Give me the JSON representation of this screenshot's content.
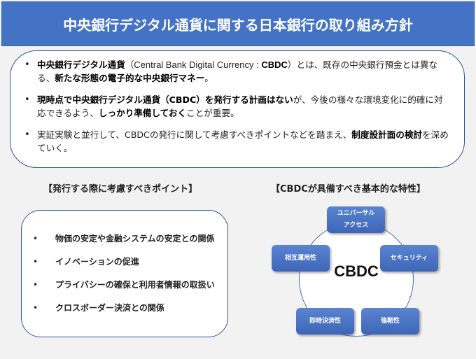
{
  "title": "中央銀行デジタル通貨に関する日本銀行の取り組み方針",
  "summary": {
    "bullets": [
      {
        "segments": [
          {
            "text": "中央銀行デジタル通貨",
            "bold": true
          },
          {
            "text": "（",
            "bold": false
          },
          {
            "text": "Central Bank Digital Currency : ",
            "bold": false,
            "latin": true
          },
          {
            "text": "CBDC",
            "bold": true,
            "latin": true
          },
          {
            "text": "）とは、既存の中央銀行預金とは異なる、",
            "bold": false
          },
          {
            "text": "新たな形態の電子的な中央銀行マネー",
            "bold": true
          },
          {
            "text": "。",
            "bold": false
          }
        ]
      },
      {
        "segments": [
          {
            "text": "現時点で中央銀行デジタル通貨（CBDC）を発行する計画はない",
            "bold": true
          },
          {
            "text": "が、今後の様々な環境変化に的確に対応できるよう、",
            "bold": false
          },
          {
            "text": "しっかり準備しておく",
            "bold": true
          },
          {
            "text": "ことが重要。",
            "bold": false
          }
        ]
      },
      {
        "segments": [
          {
            "text": "実証実験と並行して、CBDCの発行に関して考慮すべきポイントなどを踏まえ、",
            "bold": false
          },
          {
            "text": "制度設計面の検討",
            "bold": true
          },
          {
            "text": "を深めていく。",
            "bold": false
          }
        ]
      }
    ]
  },
  "points_section": {
    "heading": "【発行する際に考慮すべきポイント】",
    "items": [
      "物価の安定や金融システムの安定との関係",
      "イノベーションの促進",
      "プライバシーの確保と利用者情報の取扱い",
      "クロスボーダー決済との関係"
    ]
  },
  "features_section": {
    "heading": "【CBDCが具備すべき基本的な特性】",
    "center": "CBDC",
    "nodes": [
      {
        "lines": [
          "ユニバーサル",
          "アクセス"
        ]
      },
      {
        "lines": [
          "セキュリティ"
        ]
      },
      {
        "lines": [
          "強靭性"
        ]
      },
      {
        "lines": [
          "即時決済性"
        ]
      },
      {
        "lines": [
          "相互運用性"
        ]
      }
    ]
  },
  "colors": {
    "title_bg": "#4472c4",
    "border": "#2f5597",
    "node_bg": "#4a75c6",
    "page_bg": "#f2f2f2"
  }
}
